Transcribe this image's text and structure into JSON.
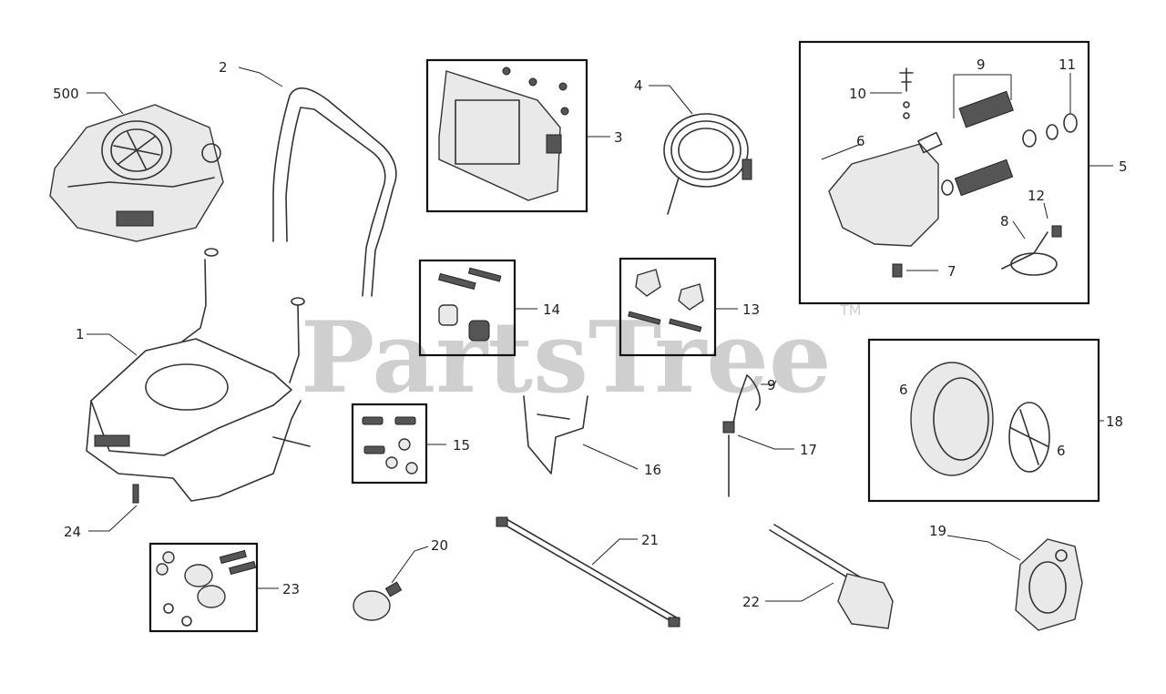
{
  "watermark": {
    "text": "PartsTree",
    "trademark": "TM"
  },
  "callouts": {
    "c500": "500",
    "c2": "2",
    "c1": "1",
    "c3": "3",
    "c4": "4",
    "c5": "5",
    "c9": "9",
    "c10": "10",
    "c11": "11",
    "c6a": "6",
    "c7": "7",
    "c12": "12",
    "c8": "8",
    "c14": "14",
    "c13": "13",
    "c15": "15",
    "c16": "16",
    "c9b": "9",
    "c17": "17",
    "c18": "18",
    "c6b": "6",
    "c6c": "6",
    "c24": "24",
    "c23": "23",
    "c20": "20",
    "c21": "21",
    "c22": "22",
    "c19": "19"
  }
}
